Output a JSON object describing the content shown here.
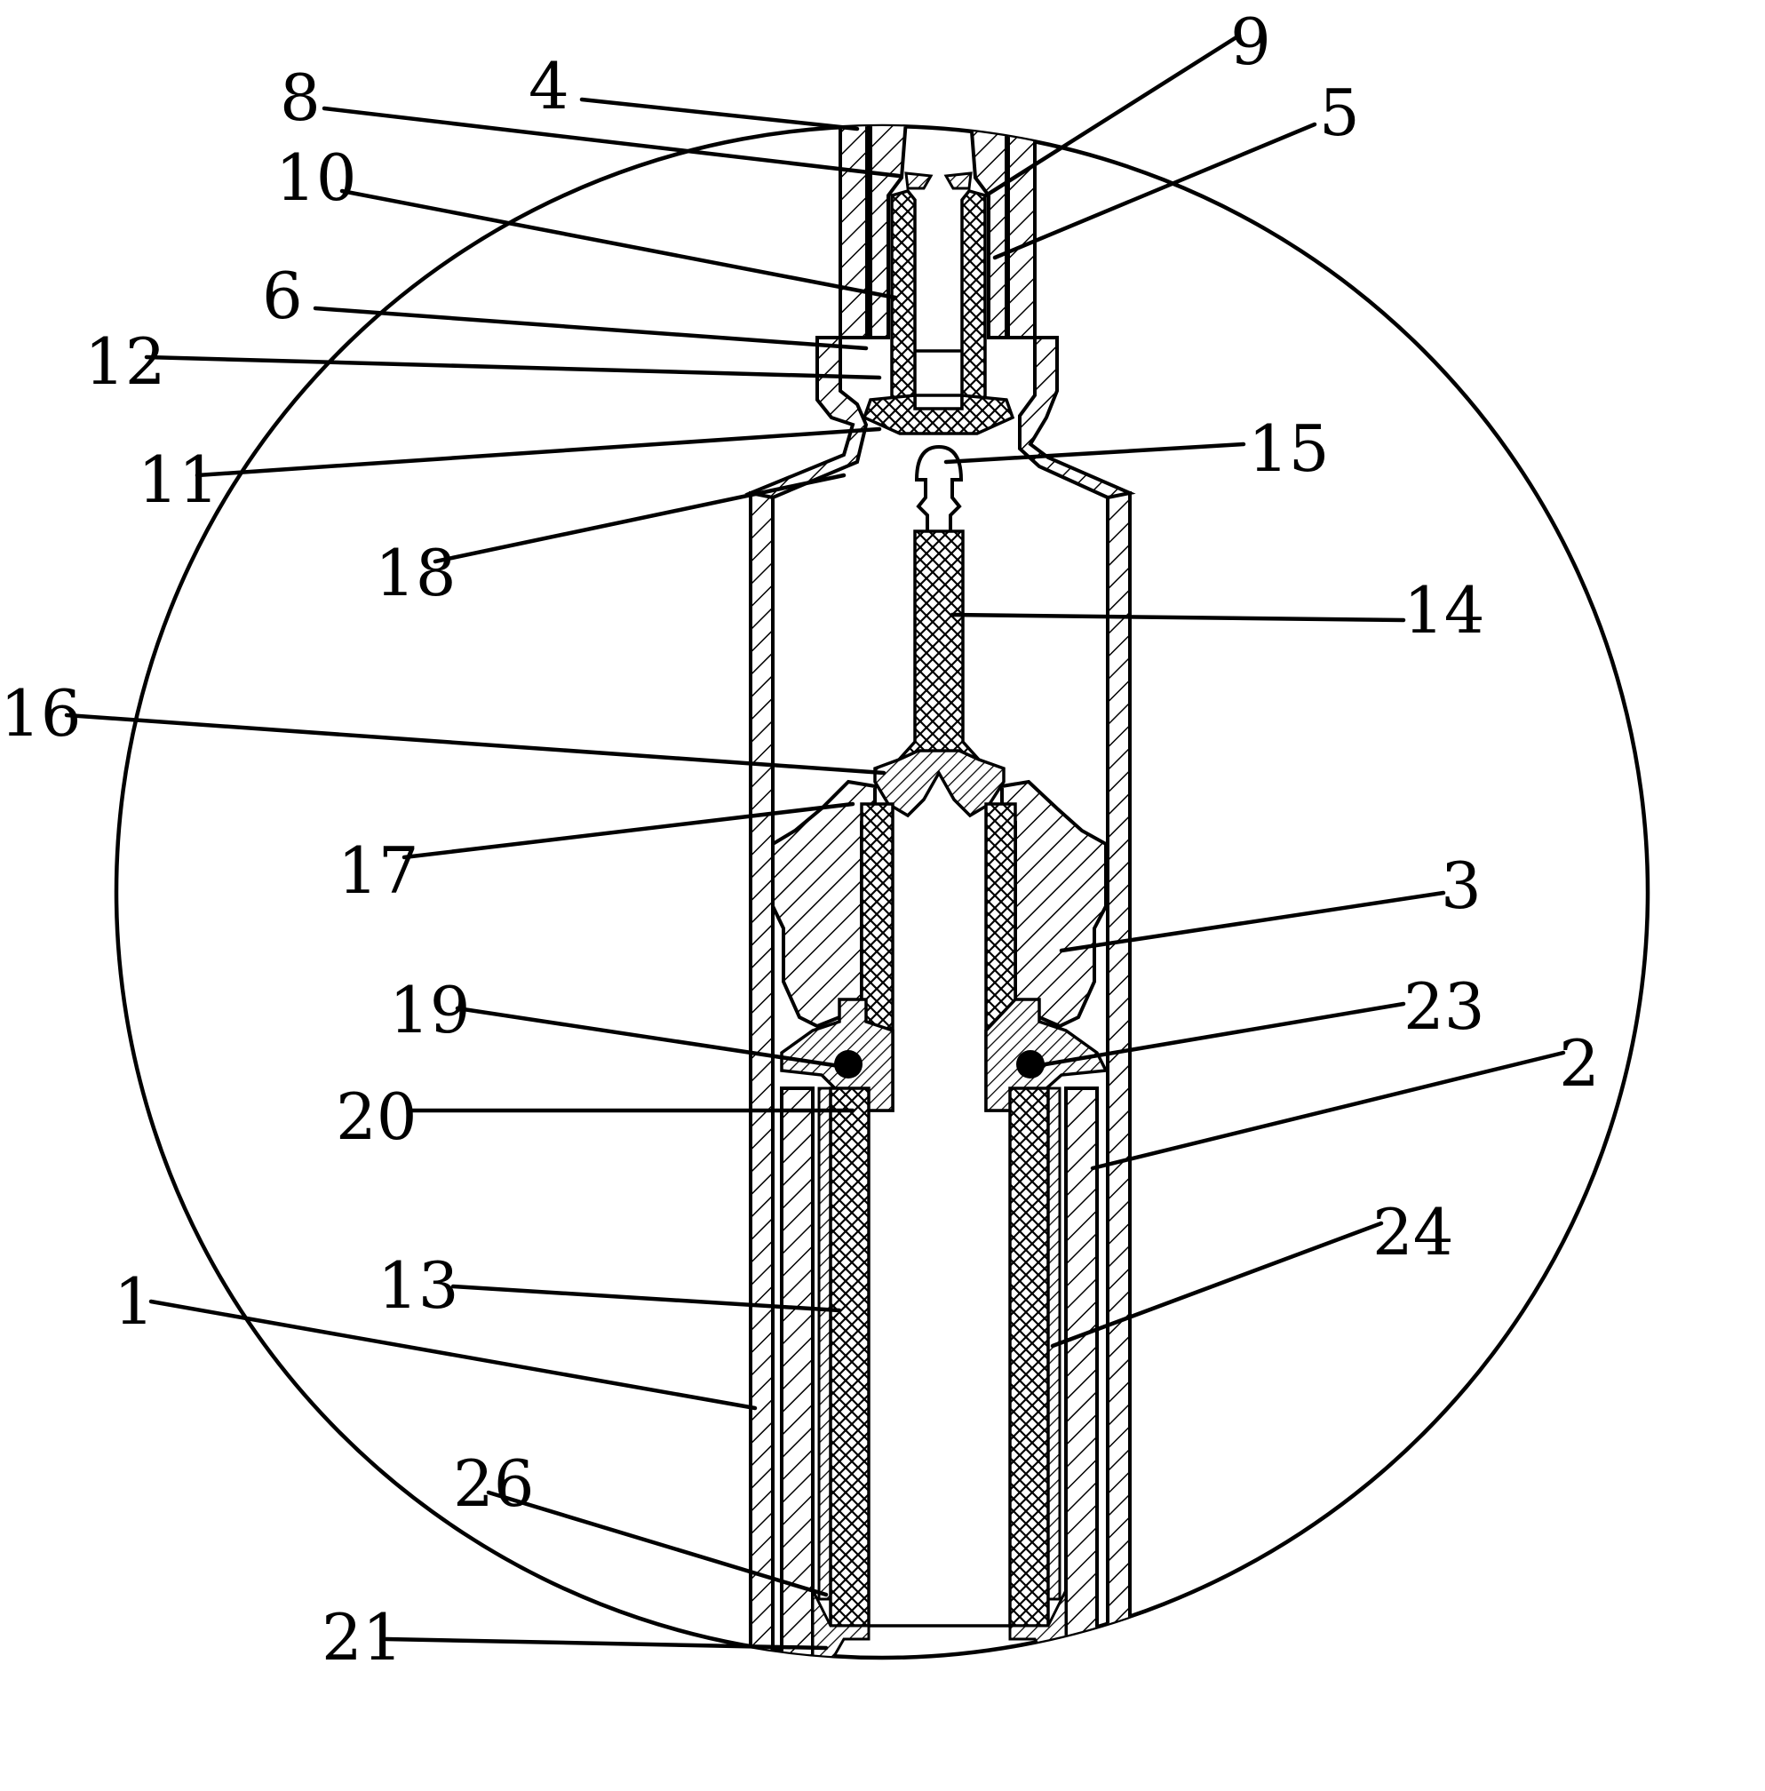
{
  "labels": [
    {
      "id": "8",
      "text": "8"
    },
    {
      "id": "4",
      "text": "4"
    },
    {
      "id": "9",
      "text": "9"
    },
    {
      "id": "5",
      "text": "5"
    },
    {
      "id": "10",
      "text": "10"
    },
    {
      "id": "6",
      "text": "6"
    },
    {
      "id": "12",
      "text": "12"
    },
    {
      "id": "11",
      "text": "11"
    },
    {
      "id": "15",
      "text": "15"
    },
    {
      "id": "18",
      "text": "18"
    },
    {
      "id": "14",
      "text": "14"
    },
    {
      "id": "16",
      "text": "16"
    },
    {
      "id": "17",
      "text": "17"
    },
    {
      "id": "3",
      "text": "3"
    },
    {
      "id": "19",
      "text": "19"
    },
    {
      "id": "23",
      "text": "23"
    },
    {
      "id": "20",
      "text": "20"
    },
    {
      "id": "2",
      "text": "2"
    },
    {
      "id": "24",
      "text": "24"
    },
    {
      "id": "13",
      "text": "13"
    },
    {
      "id": "1",
      "text": "1"
    },
    {
      "id": "26",
      "text": "26"
    },
    {
      "id": "21",
      "text": "21"
    }
  ]
}
